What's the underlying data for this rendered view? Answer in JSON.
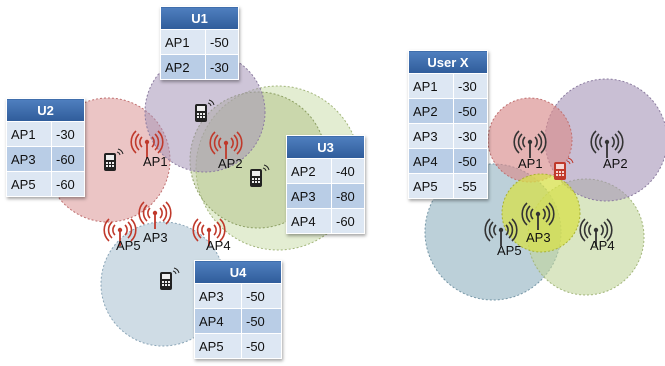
{
  "left_panel": {
    "access_points": [
      {
        "id": "ap1",
        "label": "AP1"
      },
      {
        "id": "ap2",
        "label": "AP2"
      },
      {
        "id": "ap3",
        "label": "AP3"
      },
      {
        "id": "ap4",
        "label": "AP4"
      },
      {
        "id": "ap5",
        "label": "AP5"
      }
    ],
    "users": {
      "u1": {
        "title": "U1",
        "rows": [
          [
            "AP1",
            "-50"
          ],
          [
            "AP2",
            "-30"
          ]
        ]
      },
      "u2": {
        "title": "U2",
        "rows": [
          [
            "AP1",
            "-30"
          ],
          [
            "AP3",
            "-60"
          ],
          [
            "AP5",
            "-60"
          ]
        ]
      },
      "u3": {
        "title": "U3",
        "rows": [
          [
            "AP2",
            "-40"
          ],
          [
            "AP3",
            "-80"
          ],
          [
            "AP4",
            "-60"
          ]
        ]
      },
      "u4": {
        "title": "U4",
        "rows": [
          [
            "AP3",
            "-50"
          ],
          [
            "AP4",
            "-50"
          ],
          [
            "AP5",
            "-50"
          ]
        ]
      }
    }
  },
  "right_panel": {
    "access_points": [
      {
        "id": "ap1",
        "label": "AP1"
      },
      {
        "id": "ap2",
        "label": "AP2"
      },
      {
        "id": "ap3",
        "label": "AP3"
      },
      {
        "id": "ap4",
        "label": "AP4"
      },
      {
        "id": "ap5",
        "label": "AP5"
      }
    ],
    "user_x": {
      "title": "User X",
      "rows": [
        [
          "AP1",
          "-30"
        ],
        [
          "AP2",
          "-50"
        ],
        [
          "AP3",
          "-30"
        ],
        [
          "AP4",
          "-50"
        ],
        [
          "AP5",
          "-55"
        ]
      ]
    }
  },
  "colors": {
    "ap1_zone": "#d88c8c",
    "ap2_zone": "#a595b8",
    "ap3_zone": "#c8d84a",
    "ap4_zone": "#c2d69b",
    "ap5_zone": "#8fb0c0",
    "antenna_red": "#c0392b",
    "antenna_dark": "#333333",
    "table_header": "#3a6aaa"
  }
}
